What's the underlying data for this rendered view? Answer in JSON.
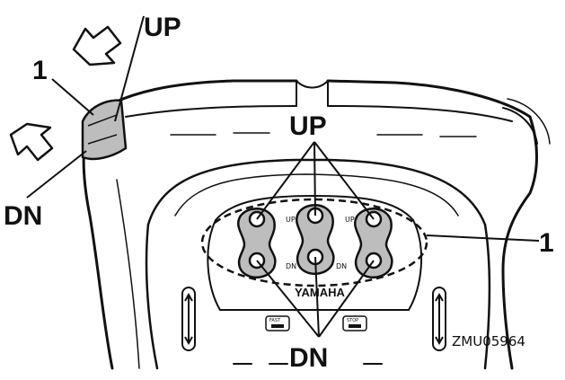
{
  "labels": {
    "up_top": "UP",
    "up_center": "UP",
    "dn_left": "DN",
    "dn_center": "DN",
    "callout_left": "1",
    "callout_right": "1"
  },
  "panel_text": {
    "up_left": "UP",
    "up_right": "UP",
    "dn_left": "DN",
    "dn_center": "DN",
    "brand": "YAMAHA",
    "fast": "FAST",
    "stop": "STOP"
  },
  "figure_code": "ZMU05964",
  "colors": {
    "line": "#111111",
    "switch_fill": "#bdbdbd",
    "background": "#ffffff"
  }
}
